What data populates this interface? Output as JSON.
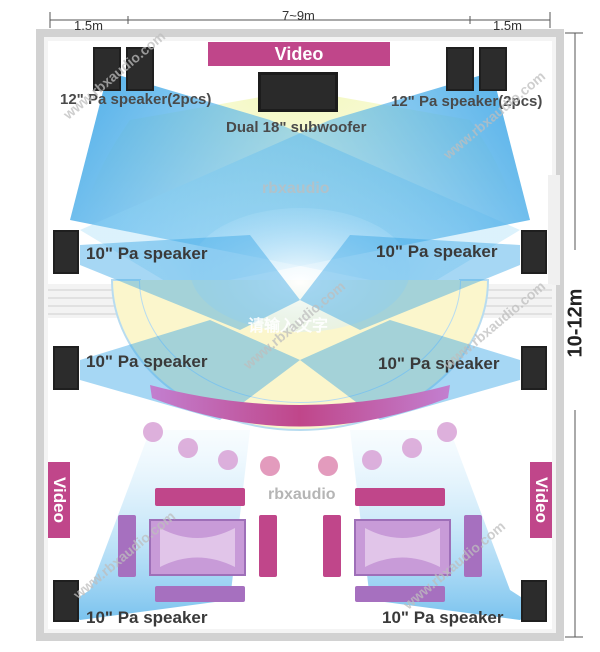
{
  "dimensions": {
    "left_width": "1.5m",
    "total_width": "7~9m",
    "right_width": "1.5m",
    "depth": "10-12m"
  },
  "screens": {
    "top": "Video",
    "left": "Video",
    "right": "Video"
  },
  "labels": {
    "top_left_pa": "12\" Pa speaker(2pcs)",
    "top_right_pa": "12\" Pa speaker(2pcs)",
    "subwoofer": "Dual 18\" subwoofer",
    "mid_left_1": "10\" Pa speaker",
    "mid_right_1": "10\" Pa speaker",
    "mid_left_2": "10\" Pa speaker",
    "mid_right_2": "10\" Pa speaker",
    "bottom_left": "10\" Pa speaker",
    "bottom_right": "10\" Pa speaker"
  },
  "watermarks": {
    "center_top": "rbxaudio",
    "center_bottom": "rbxaudio",
    "placeholder": "请输入文字",
    "diag_1": "www.rbxaudio.com",
    "diag_2": "www.rbxaudio.com",
    "diag_3": "www.rbxaudio.com",
    "diag_4": "www.rbxaudio.com",
    "diag_5": "www.rbxaudio.com",
    "diag_6": "www.rbxaudio.com"
  },
  "colors": {
    "beam": "#3aa6e6",
    "stage_cream": "#fbf6cc",
    "accent_magenta": "#c0468a",
    "seat_purple": "#a670bf",
    "wall": "#d6d6d6"
  }
}
